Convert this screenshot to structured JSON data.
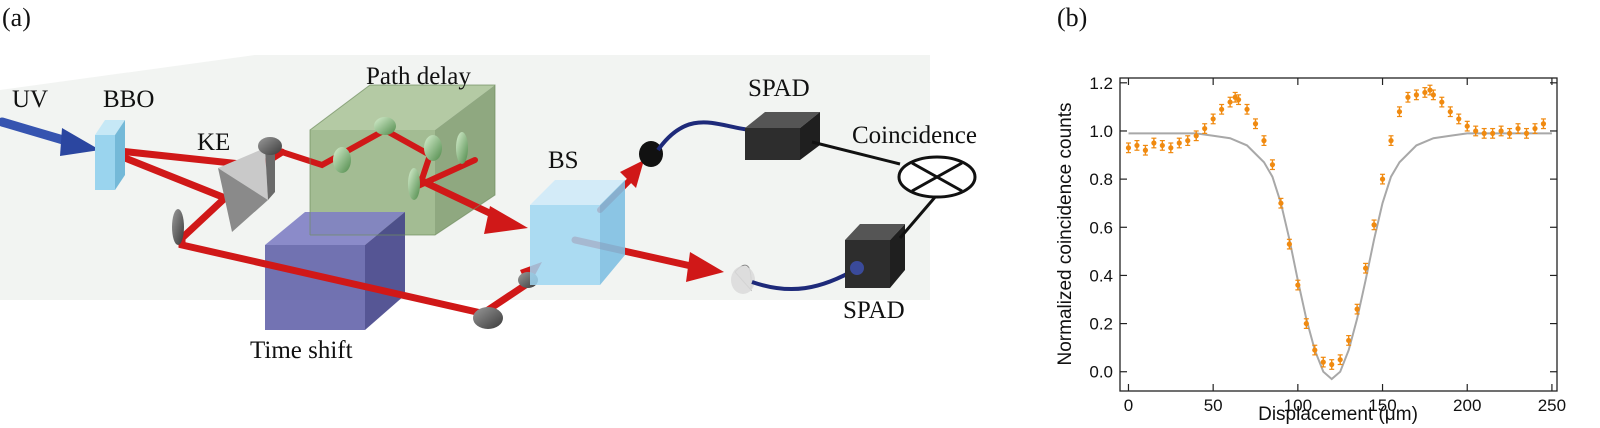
{
  "panel_a": {
    "label": "(a)",
    "labels": {
      "uv": "UV",
      "bbo": "BBO",
      "ke": "KE",
      "path_delay": "Path delay",
      "bs": "BS",
      "spad_top": "SPAD",
      "spad_bottom": "SPAD",
      "coincidence": "Coincidence",
      "time_shift": "Time shift"
    },
    "colors": {
      "uv_beam": "#3654b0",
      "red_beam": "#d01818",
      "path_delay_box": "#8fae7a",
      "time_shift_box": "#5a5aa6",
      "bbo_crystal": "#9ad4ee",
      "beam_splitter": "#9fd6f2",
      "detector": "#2d2d2d",
      "fiber": "#1e2a7a"
    }
  },
  "panel_b": {
    "label": "(b)"
  },
  "chart_data": {
    "type": "scatter",
    "xlabel": "Displacement (μm)",
    "ylabel": "Normalized coincidence counts",
    "xlim": [
      -5,
      253
    ],
    "ylim": [
      -0.08,
      1.22
    ],
    "xticks": [
      0,
      50,
      100,
      150,
      200,
      250
    ],
    "yticks": [
      0.0,
      0.2,
      0.4,
      0.6,
      0.8,
      1.0,
      1.2
    ],
    "grid": false,
    "series": [
      {
        "kind": "data points with error bars",
        "color": "#f08a10",
        "error": 0.02,
        "x": [
          0,
          5,
          10,
          15,
          20,
          25,
          30,
          35,
          40,
          45,
          50,
          55,
          60,
          63,
          65,
          70,
          75,
          80,
          85,
          90,
          95,
          100,
          105,
          110,
          115,
          120,
          125,
          130,
          135,
          140,
          145,
          150,
          155,
          160,
          165,
          170,
          175,
          178,
          180,
          185,
          190,
          195,
          200,
          205,
          210,
          215,
          220,
          225,
          230,
          235,
          240,
          245
        ],
        "y": [
          0.93,
          0.94,
          0.92,
          0.95,
          0.94,
          0.93,
          0.95,
          0.96,
          0.98,
          1.01,
          1.05,
          1.09,
          1.12,
          1.14,
          1.13,
          1.09,
          1.03,
          0.96,
          0.86,
          0.7,
          0.53,
          0.36,
          0.2,
          0.09,
          0.04,
          0.03,
          0.05,
          0.13,
          0.26,
          0.43,
          0.61,
          0.8,
          0.96,
          1.08,
          1.14,
          1.15,
          1.16,
          1.17,
          1.15,
          1.12,
          1.08,
          1.05,
          1.02,
          1.0,
          0.99,
          0.99,
          1.0,
          0.99,
          1.01,
          0.99,
          1.01,
          1.03
        ]
      },
      {
        "kind": "fit curve",
        "color": "#a8a8a8",
        "x": [
          0,
          10,
          20,
          30,
          40,
          50,
          60,
          70,
          80,
          85,
          90,
          95,
          100,
          105,
          110,
          115,
          120,
          125,
          130,
          135,
          140,
          145,
          150,
          155,
          160,
          170,
          180,
          190,
          200,
          210,
          220,
          230,
          240,
          250
        ],
        "y": [
          0.99,
          0.99,
          0.99,
          0.99,
          0.99,
          0.98,
          0.97,
          0.94,
          0.87,
          0.81,
          0.7,
          0.55,
          0.38,
          0.22,
          0.09,
          0.0,
          -0.03,
          0.0,
          0.09,
          0.22,
          0.38,
          0.55,
          0.7,
          0.81,
          0.87,
          0.94,
          0.97,
          0.98,
          0.99,
          0.99,
          0.99,
          0.99,
          0.99,
          0.99
        ]
      }
    ]
  }
}
